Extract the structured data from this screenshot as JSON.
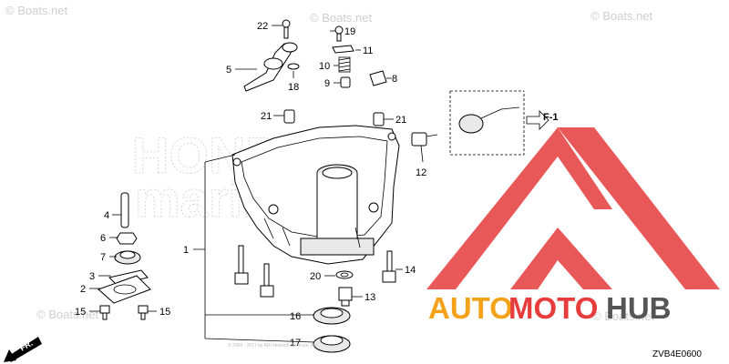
{
  "watermarks": {
    "top_left": "© Boats.net",
    "top_center": "© Boats.net",
    "top_right": "© Boats.net",
    "bottom_left": "© Boats.net",
    "bottom_right": "© Boats.net"
  },
  "ghost_text": {
    "line1": "HONDA",
    "line2": "marine"
  },
  "brand": {
    "part1": "AUTO",
    "part2": "MOTO",
    "part3": "HUB",
    "color_red": "#e63c3c",
    "color_orange": "#f5a21b",
    "color_gray": "#555555"
  },
  "callouts": [
    {
      "num": "22"
    },
    {
      "num": "19"
    },
    {
      "num": "11"
    },
    {
      "num": "5"
    },
    {
      "num": "10"
    },
    {
      "num": "18"
    },
    {
      "num": "9"
    },
    {
      "num": "8"
    },
    {
      "num": "21"
    },
    {
      "num": "21"
    },
    {
      "num": "12"
    },
    {
      "num": "1"
    },
    {
      "num": "4"
    },
    {
      "num": "6"
    },
    {
      "num": "7"
    },
    {
      "num": "3"
    },
    {
      "num": "2"
    },
    {
      "num": "15"
    },
    {
      "num": "15"
    },
    {
      "num": "20"
    },
    {
      "num": "14"
    },
    {
      "num": "13"
    },
    {
      "num": "16"
    },
    {
      "num": "17"
    }
  ],
  "ref": {
    "label": "F-1"
  },
  "direction": {
    "label": "FR."
  },
  "diagram_code": "ZVB4E0600",
  "copyright": "© 2004 - 2017 by ARI Network Services, Inc."
}
